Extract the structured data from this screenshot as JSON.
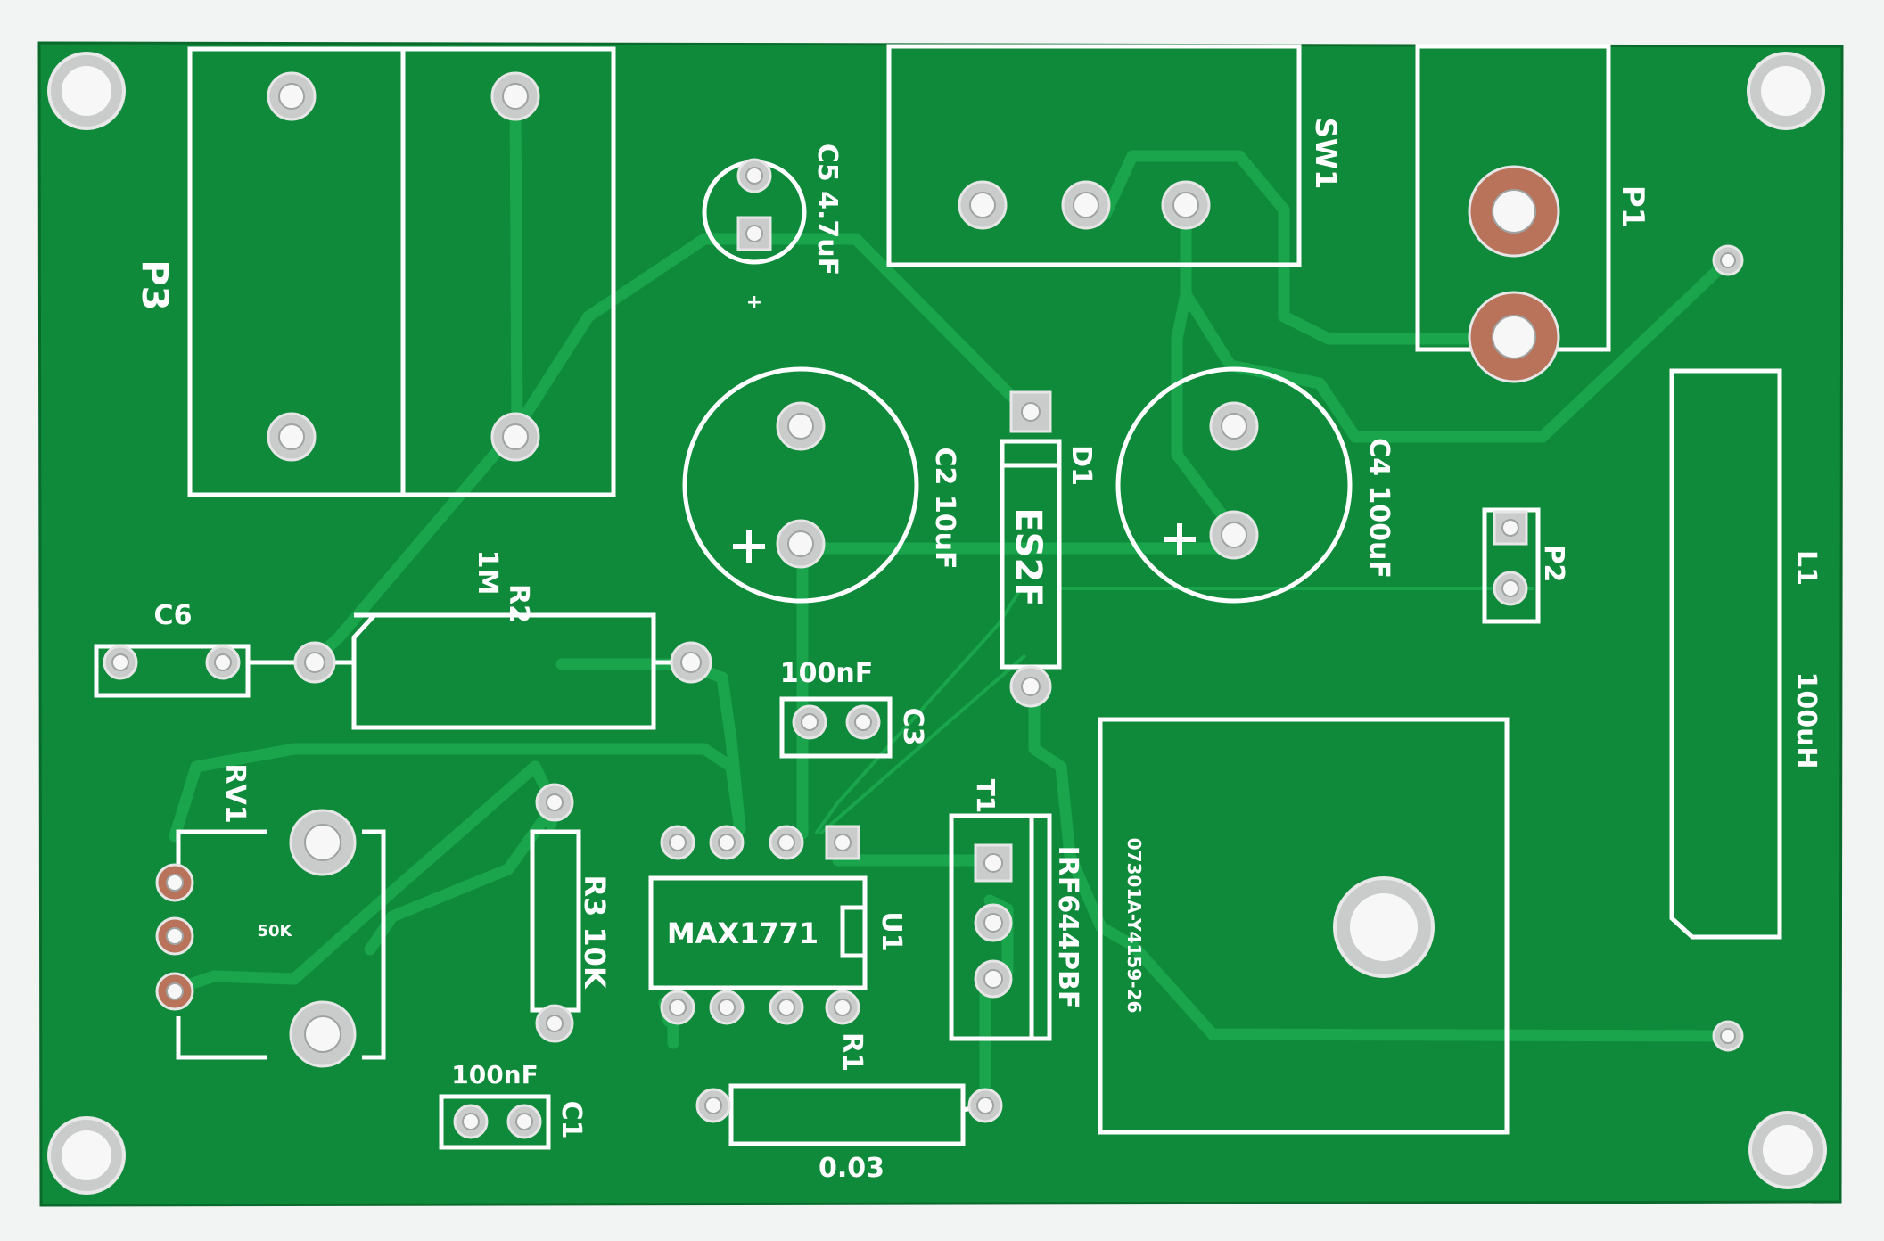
{
  "colors": {
    "background": "#f2f4f3",
    "board": "#0f8a3a",
    "board_edge": "#0a6a2c",
    "trace": "#1aa54c",
    "silkscreen": "#ffffff",
    "pad": "#c9ccca",
    "drill": "#f7f7f7",
    "copper_ring": "#b8735a"
  },
  "board": {
    "type": "printed circuit board, unpopulated",
    "mounting_hole_icon": "mounting-hole-icon"
  },
  "labels": {
    "p3": "P3",
    "c5": "C5 4.7uF",
    "c5_plus": "+",
    "sw1": "SW1",
    "p1": "P1",
    "c2": "C2 10uF",
    "c2_plus": "+",
    "d1": "D1",
    "es2f": "ES2F",
    "c4": "C4 100uF",
    "c4_plus": "+",
    "p2": "P2",
    "l1": "L1",
    "l1_value": "100uH",
    "r2": "R2",
    "r2_value": "1M",
    "c6": "C6",
    "c3_value": "100nF",
    "c3": "C3",
    "rv1": "RV1",
    "rv1_value": "50K",
    "r3": "R3 10K",
    "max1771": "MAX1771",
    "u1": "U1",
    "t1": "T1",
    "irf": "IRF644PBF",
    "heatsink_code": "07301A-Y4159-26",
    "r1": "R1",
    "r1_value": "0.03",
    "c1_value": "100nF",
    "c1": "C1"
  }
}
